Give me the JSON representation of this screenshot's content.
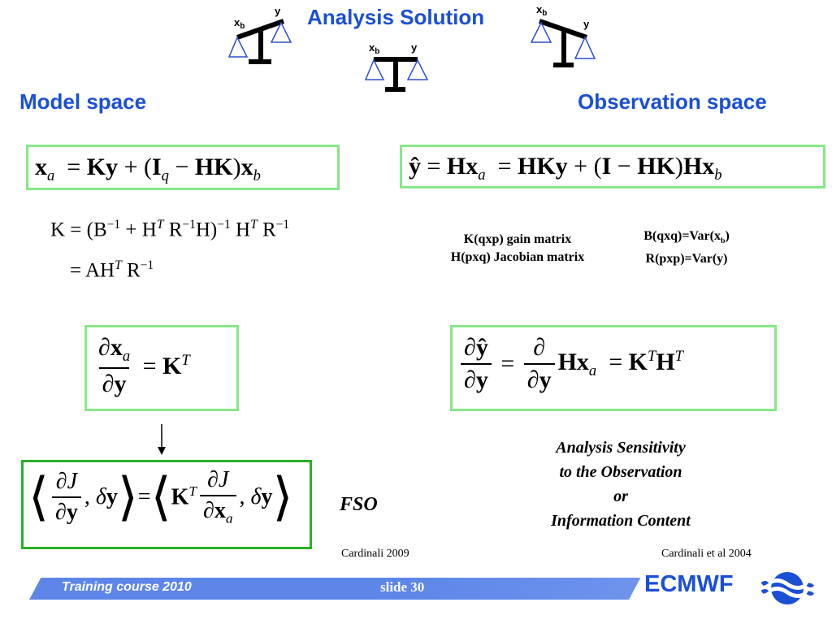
{
  "title": "Analysis Solution",
  "scales": {
    "xb_label": "x",
    "xb_sub": "b",
    "y_label": "y"
  },
  "model_space": "Model space",
  "observation_space": "Observation space",
  "eq_xa": "x_a = Ky + (I_q − HK) x_b",
  "eq_yhat": "ŷ = Hx_a = HKy + (I − HK) Hx_b",
  "eq_K_line1": "K = (B⁻¹ + Hᵀ R⁻¹ H)⁻¹ Hᵀ R⁻¹",
  "eq_K_line2": "= A Hᵀ R⁻¹",
  "matrix_notes": {
    "gain": "K(qxp) gain matrix",
    "jacobian": "H(pxq) Jacobian matrix",
    "B_prefix": "B(qxq)=Var(x",
    "B_sub": "b",
    "B_suffix": ")",
    "R": "R(pxp)=Var(y)"
  },
  "eq_dxa_dy": "∂x_a/∂y = Kᵀ",
  "eq_dyhat_dy": "∂ŷ/∂y = ∂/∂y Hx_a = Kᵀ Hᵀ",
  "eq_fso": "<∂J/∂y, δy> = <Kᵀ ∂J/∂x_a, δy>",
  "fso_label": "FSO",
  "sensitivity_lines": [
    "Analysis Sensitivity",
    "to the Observation",
    "or",
    "Information Content"
  ],
  "citation_left": "Cardinali 2009",
  "citation_right": "Cardinali et al 2004",
  "footer": {
    "course": "Training course  2010",
    "slide": "slide 30",
    "logo_text": "ECMWF"
  },
  "colors": {
    "heading_blue": "#1a4fd6",
    "box_light_green": "#88e788",
    "box_dark_green": "#27b227",
    "footer_blue": "#5d86e8"
  }
}
